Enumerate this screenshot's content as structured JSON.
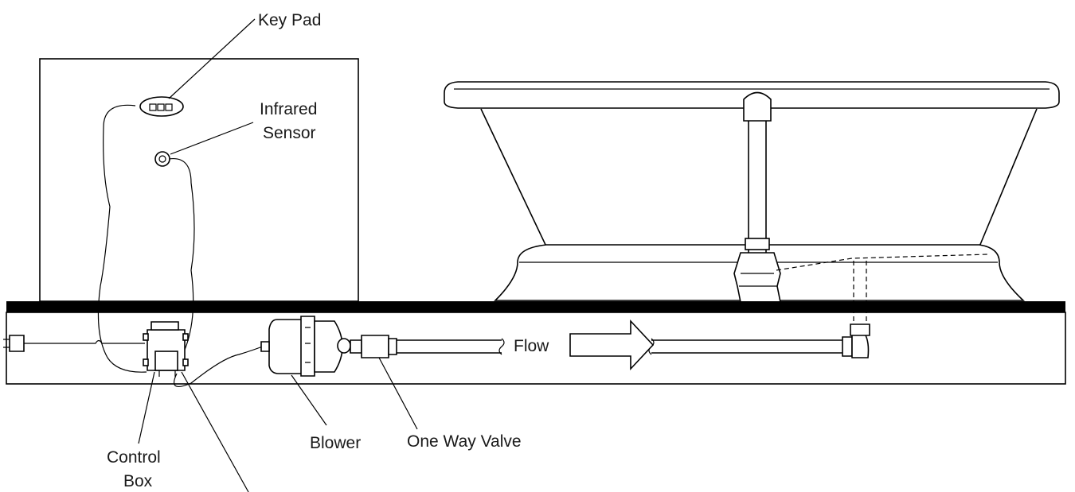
{
  "labels": {
    "key_pad": "Key Pad",
    "infrared_sensor_line1": "Infrared",
    "infrared_sensor_line2": "Sensor",
    "flow": "Flow",
    "control_box_line1": "Control",
    "control_box_line2": "Box",
    "blower": "Blower",
    "one_way_valve": "One Way Valve"
  }
}
